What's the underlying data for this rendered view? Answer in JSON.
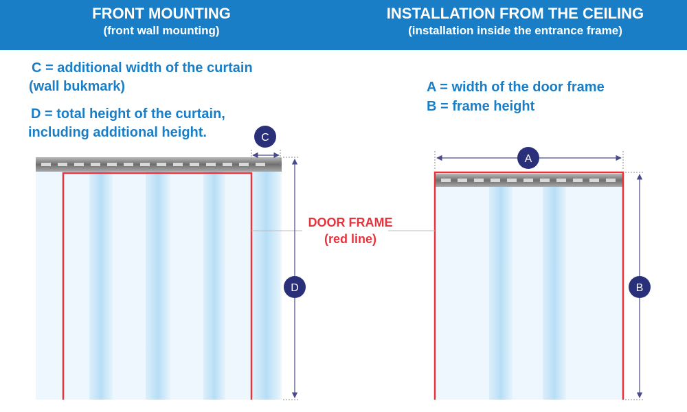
{
  "header": {
    "left": {
      "title": "FRONT MOUNTING",
      "subtitle": "(front wall mounting)"
    },
    "right": {
      "title": "INSTALLATION FROM THE CEILING",
      "subtitle": "(installation inside the entrance frame)"
    }
  },
  "legend": {
    "c_line1": "C = additional width of the curtain",
    "c_line2": "(wall bukmark)",
    "d_line1": "D = total height of the curtain,",
    "d_line2": "including additional height.",
    "a": "A = width of the door frame",
    "b": "B = frame height"
  },
  "door_frame": {
    "line1": "DOOR FRAME",
    "line2": "(red line)"
  },
  "badges": {
    "a": "A",
    "b": "B",
    "c": "C",
    "d": "D"
  },
  "colors": {
    "header_bg": "#1a7ec7",
    "text_blue": "#1a7ec7",
    "red": "#e8333c",
    "badge": "#2a2f7a",
    "arrow": "#4a4a8a"
  }
}
